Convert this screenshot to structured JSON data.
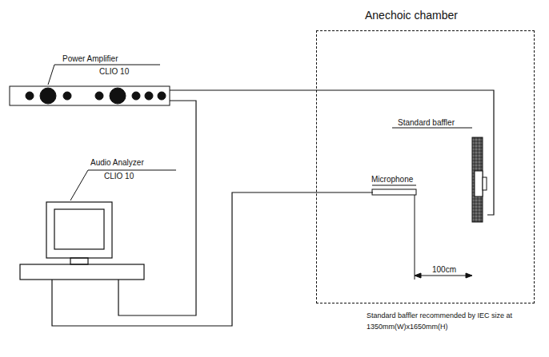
{
  "diagram": {
    "nodes": [
      {
        "text": [
          "Anechoic chamber"
        ]
      },
      {
        "text": [
          "Power Amplifier",
          "CLIO 10"
        ]
      },
      {
        "text": [
          "Audio Analyzer",
          "CLIO 10"
        ]
      },
      {
        "text": [
          "Microphone"
        ],
        "in": 0
      },
      {
        "text": [
          "Standard baffler"
        ],
        "in": 0
      }
    ],
    "edges": [
      {
        "from": 1,
        "to": 4,
        "arrow": "none"
      },
      {
        "from": 1,
        "to": 2,
        "arrow": "none"
      },
      {
        "from": 2,
        "to": 3,
        "arrow": "none"
      }
    ],
    "labels": [
      "100cm",
      "Standard baffler recommended by IEC size at 1350mm(W)x1650mm(H)"
    ]
  }
}
